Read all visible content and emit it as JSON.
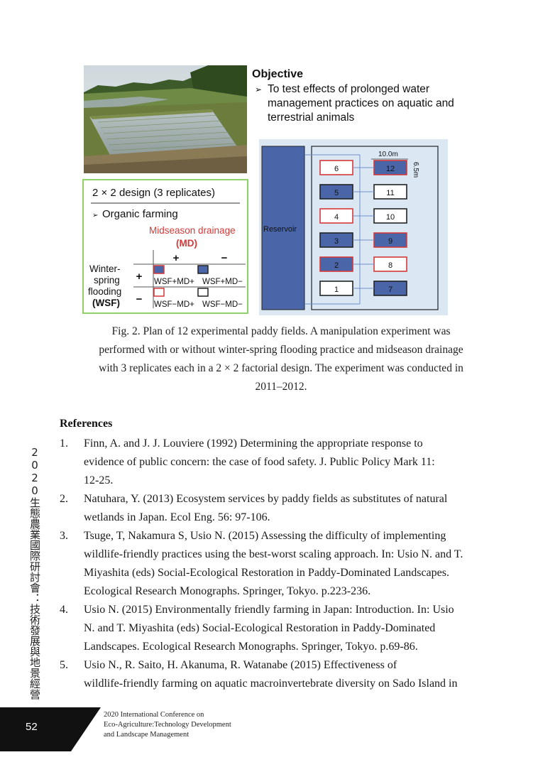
{
  "figure": {
    "objective": {
      "title": "Objective",
      "text": "To test effects of prolonged water management practices on aquatic and terrestrial animals"
    },
    "design": {
      "title": "2 × 2 design (3 replicates)",
      "organic": "Organic farming",
      "md_label_1": "Midseason drainage",
      "md_label_2": "(MD)",
      "plus": "+",
      "minus": "−",
      "wsf_label_1": "Winter-",
      "wsf_label_2": "spring",
      "wsf_label_3": "flooding",
      "wsf_label_4": "(WSF)",
      "cell_pp": "WSF+MD+",
      "cell_pm": "WSF+MD−",
      "cell_mp": "WSF−MD+",
      "cell_mm": "WSF−MD−"
    },
    "plan": {
      "reservoir": "Reservoir",
      "width_label": "10.0m",
      "height_label": "6.5m",
      "left_fields": [
        "6",
        "5",
        "4",
        "3",
        "2",
        "1"
      ],
      "right_fields": [
        "12",
        "11",
        "10",
        "9",
        "8",
        "7"
      ],
      "colors": {
        "filled": "#4a66a8",
        "red_border": "#d23a3a",
        "dark_border": "#222222",
        "plan_bg": "#dbe8f4",
        "design_border": "#8fd06a"
      }
    }
  },
  "caption": {
    "line1": "Fig. 2. Plan of 12 experimental paddy fields. A manipulation experiment was",
    "line2": "performed with or without winter-spring flooding practice and midseason drainage",
    "line3": "with 3 replicates each in a 2 × 2 factorial design. The experiment was conducted in",
    "line4": "2011–2012."
  },
  "references": {
    "heading": "References",
    "items": [
      {
        "num": "1.",
        "line1": "Finn, A. and J. J. Louviere (1992) Determining the appropriate response to",
        "line2": "evidence of public concern: the case of food safety. J. Public Policy Mark 11:",
        "line3": "12-25."
      },
      {
        "num": "2.",
        "line1": "Natuhara, Y. (2013) Ecosystem services by paddy fields as substitutes of natural",
        "line2": "wetlands in Japan. Ecol Eng. 56: 97-106."
      },
      {
        "num": "3.",
        "line1": "Tsuge, T, Nakamura S, Usio N. (2015) Assessing the difficulty of implementing",
        "line2": "wildlife-friendly practices using the best-worst scaling approach. In: Usio N. and T.",
        "line3": "Miyashita (eds) Social-Ecological Restoration in Paddy-Dominated Landscapes.",
        "line4": "Ecological Research Monographs. Springer, Tokyo. p.223-236."
      },
      {
        "num": "4.",
        "line1": "Usio N. (2015) Environmentally friendly farming in Japan: Introduction. In: Usio",
        "line2": "N. and T. Miyashita (eds) Social-Ecological Restoration in Paddy-Dominated",
        "line3": "Landscapes. Ecological Research Monographs. Springer, Tokyo. p.69-86."
      },
      {
        "num": "5.",
        "line1": "Usio N., R. Saito, H. Akanuma, R. Watanabe (2015) Effectiveness of",
        "line2": "wildlife-friendly farming on aquatic macroinvertebrate diversity on Sado Island in"
      }
    ]
  },
  "side_title": "2020生態農業國際研討會：技術發展與地景經營",
  "footer": {
    "page_number": "52",
    "line1": "2020 International Conference on",
    "line2": "Eco-Agriculture:Technology Development",
    "line3": "and Landscape Management"
  }
}
